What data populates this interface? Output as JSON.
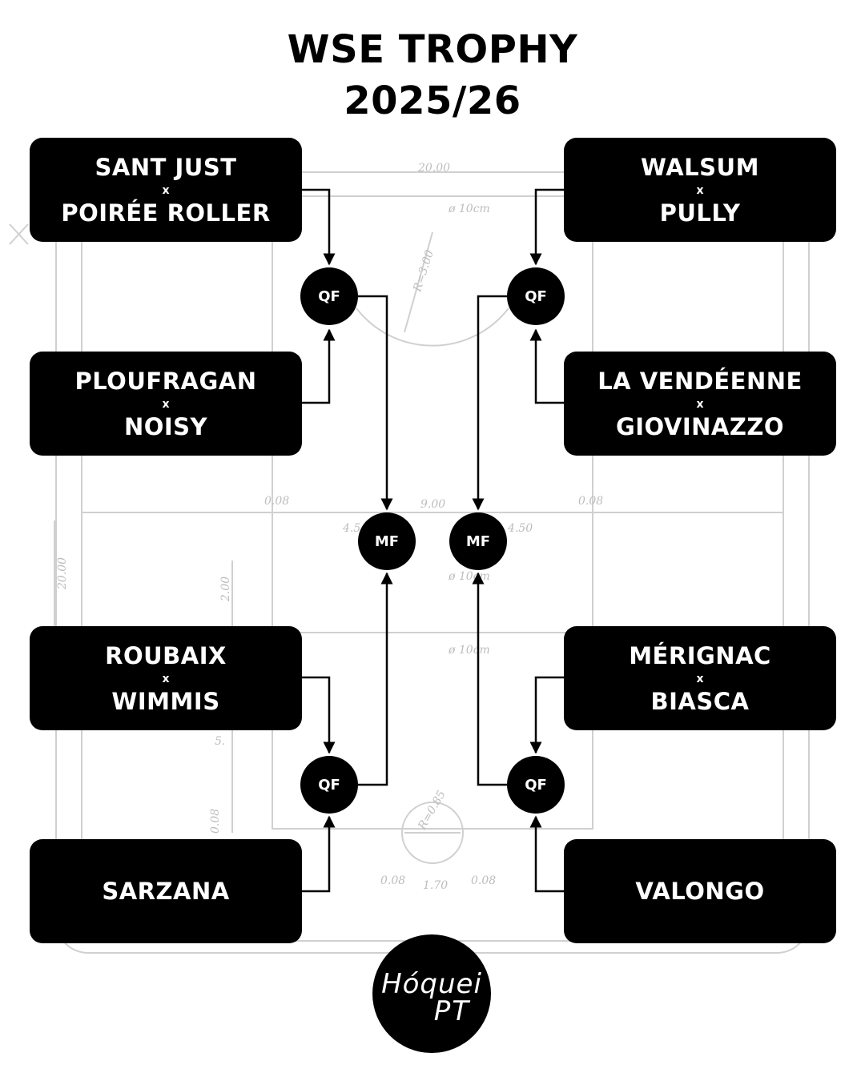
{
  "header": {
    "title_line1": "WSE TROPHY",
    "title_line2": "2025/26"
  },
  "vs_separator": "x",
  "matches": {
    "top_left": {
      "team1": "SANT JUST",
      "team2": "POIRÉE ROLLER"
    },
    "upper_left": {
      "team1": "PLOUFRAGAN",
      "team2": "NOISY"
    },
    "lower_left": {
      "team1": "ROUBAIX",
      "team2": "WIMMIS"
    },
    "bottom_left": {
      "team1": "SARZANA"
    },
    "top_right": {
      "team1": "WALSUM",
      "team2": "PULLY"
    },
    "upper_right": {
      "team1": "LA VENDÉENNE",
      "team2": "GIOVINAZZO"
    },
    "lower_right": {
      "team1": "MÉRIGNAC",
      "team2": "BIASCA"
    },
    "bottom_right": {
      "team1": "VALONGO"
    }
  },
  "nodes": {
    "qf_label": "QF",
    "mf_label": "MF"
  },
  "rink_drawing": {
    "dimensions": [
      "20.00",
      "0.08",
      "9.00",
      "0.08",
      "4.5",
      "4.50",
      "20.00",
      "2.00",
      "0.08",
      "0.08",
      "1.70",
      "0.08"
    ],
    "annotations": [
      "ø 10cm",
      "R=3.00",
      "ø 10cm",
      "ø 10cm",
      "R=0.85",
      "5."
    ]
  },
  "logo": {
    "line1": "Hóquei",
    "line2": "PT"
  },
  "colors": {
    "box": "#000000",
    "text_on_box": "#ffffff",
    "background": "#ffffff",
    "rink_lines": "#c9c9c9"
  }
}
